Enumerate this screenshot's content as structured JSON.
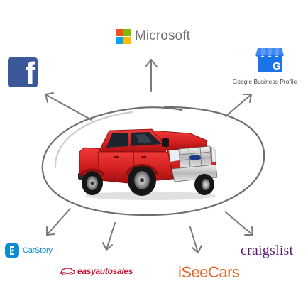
{
  "logos": {
    "microsoft": {
      "name": "Microsoft",
      "colors": [
        "#f25022",
        "#7fba00",
        "#00a4ef",
        "#ffb900"
      ],
      "text_color": "#737373"
    },
    "facebook": {
      "letter": "f",
      "color": "#3b5998"
    },
    "google_business_profile": {
      "name": "Google Business Profile",
      "icon": "google-business-store-icon",
      "colors": [
        "#4285f4",
        "#1a73e8",
        "#ffffff"
      ]
    },
    "carstory": {
      "name": "CarStory",
      "color": "#0a8bd8"
    },
    "easyautosales": {
      "name": "easyautosales",
      "icon": "car-outline-icon",
      "color": "#c8102e"
    },
    "iseecars": {
      "name": "iSeeCars",
      "color": "#e06a2a"
    },
    "craigslist": {
      "name": "craigslist",
      "color": "#5c1a78"
    }
  },
  "center": {
    "image": "red-pickup-truck",
    "body_color": "#d21f1f"
  },
  "arrows": {
    "color": "#7a7a7a",
    "count": 7
  },
  "ellipse": {
    "color": "#6e6e6e"
  }
}
